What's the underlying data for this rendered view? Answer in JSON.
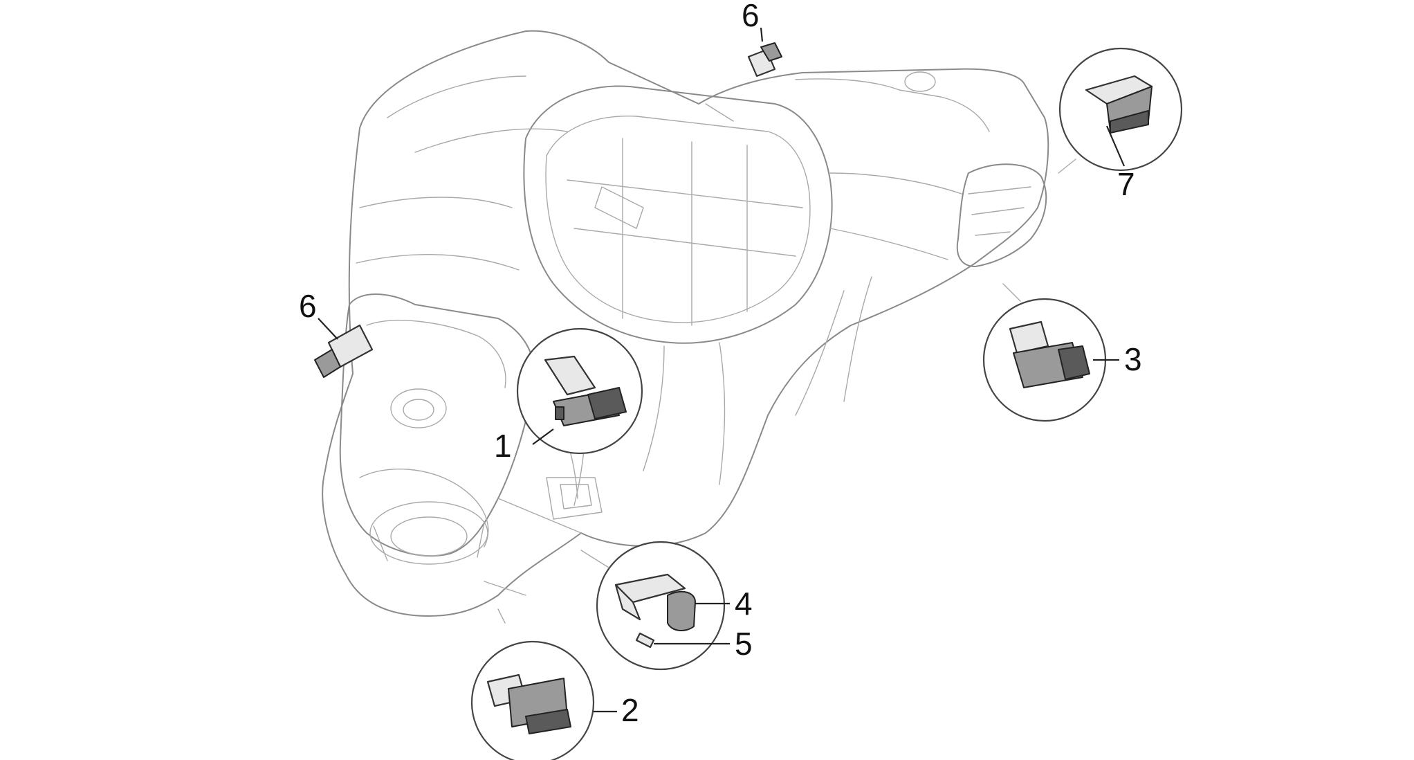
{
  "callouts": [
    {
      "id": "c1",
      "label": "1"
    },
    {
      "id": "c2",
      "label": "2"
    },
    {
      "id": "c3",
      "label": "3"
    },
    {
      "id": "c4",
      "label": "4"
    },
    {
      "id": "c5",
      "label": "5"
    },
    {
      "id": "c6a",
      "label": "6"
    },
    {
      "id": "c6b",
      "label": "6"
    },
    {
      "id": "c7",
      "label": "7"
    }
  ]
}
